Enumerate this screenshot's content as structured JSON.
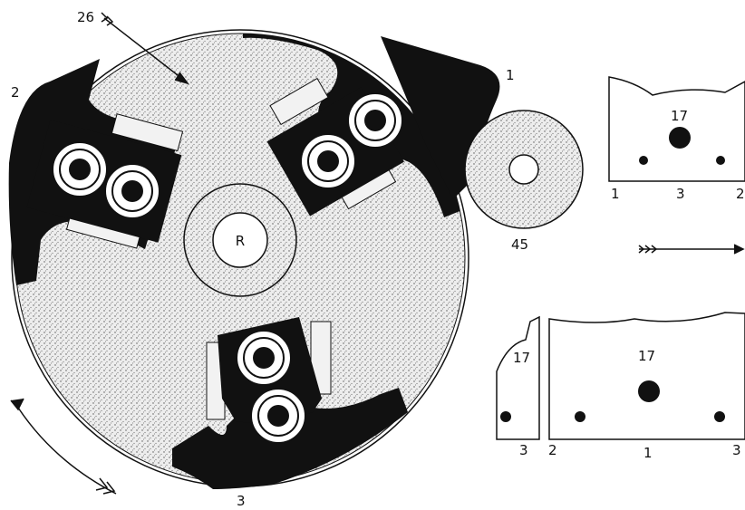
{
  "labels": {
    "arrow_26": "26",
    "wing_1": "1",
    "wing_2": "2",
    "wing_3": "3",
    "hub": "R",
    "wheel_45": "45"
  },
  "panel_top": {
    "hole_label": "17",
    "bottom_labels": [
      "1",
      "3",
      "2"
    ]
  },
  "panel_bottom_left": {
    "hole_label": "17",
    "bottom_label": "3"
  },
  "panel_bottom_right": {
    "hole_label": "17",
    "bottom_labels": [
      "2",
      "1",
      "3"
    ]
  },
  "colors": {
    "ink": "#111111",
    "paper": "#ffffff",
    "stipple": "#d9d9d9"
  }
}
